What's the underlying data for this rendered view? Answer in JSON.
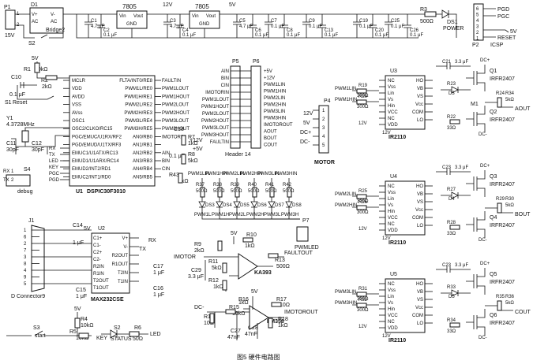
{
  "caption": "图5   硬件电路图",
  "power_supply": {
    "connector": "P1",
    "input_voltage": "15V",
    "bridge": {
      "ref": "D1",
      "name": "Bridge2",
      "pins": [
        "V+",
        "AC",
        "AC",
        "V-"
      ]
    },
    "switch": "S2",
    "regulators": [
      {
        "ref": "7805",
        "pins": [
          "Vin",
          "Vout",
          "GND"
        ]
      },
      {
        "ref": "7805",
        "pins": [
          "Vin",
          "Vout",
          "GND"
        ]
      }
    ],
    "rail_12v": "12V",
    "rail_5v": "5V",
    "capacitors": [
      {
        "ref": "C1",
        "value": "4.7 μF"
      },
      {
        "ref": "C2",
        "value": "0.1 μF"
      },
      {
        "ref": "C3",
        "value": "4.7 μF"
      },
      {
        "ref": "C4",
        "value": "0.1 μF"
      },
      {
        "ref": "C5",
        "value": "4.7 μF"
      },
      {
        "ref": "C6",
        "value": "0.1 μF"
      },
      {
        "ref": "C7",
        "value": "0.1 μF"
      },
      {
        "ref": "C8",
        "value": "0.1 μF"
      },
      {
        "ref": "C9",
        "value": "0.1 μF"
      },
      {
        "ref": "C13",
        "value": "0.1 μF"
      },
      {
        "ref": "C19",
        "value": "0.1 μF"
      },
      {
        "ref": "C20",
        "value": "0.1 μF"
      },
      {
        "ref": "C25",
        "value": "0.1 μF"
      },
      {
        "ref": "C26",
        "value": "0.1 μF"
      }
    ],
    "power_led": {
      "resistor": "R3",
      "resistor_value": "500Ω",
      "led": "DS1",
      "label": "POWER"
    }
  },
  "icsp": {
    "ref": "P2",
    "name": "ICSP",
    "pins": [
      "6",
      "5",
      "4",
      "3",
      "2",
      "1"
    ],
    "signals": [
      "PGD",
      "PGC",
      "",
      "5V",
      "RESET"
    ]
  },
  "mcu": {
    "ref": "U1",
    "part": "DSPIC30F3010",
    "left_pins": [
      "MCLR",
      "VDD",
      "AVDD",
      "VSS",
      "AVss",
      "OSC1",
      "OSC2/CLKO/RC15",
      "PGC/EMUC/U1RX/RF2",
      "PGD/EMUD/U1TX/RF3",
      "EMUC1/U1ATX/RC13",
      "EMUD1/U1ARX/RC14",
      "EMUD2/INT2/RD1",
      "EMUC2/INT1/RD0"
    ],
    "right_pins": [
      "FLTA/INT0/RE8",
      "PWM1L/RE0",
      "PWM1H/RE1",
      "PWM2L/RE2",
      "PWM2H/RE3",
      "PWM3L/RE4",
      "PWM3H/RE5",
      "AN0/RB0",
      "AN1/RB1",
      "AN2/RB2",
      "AN3/RB3",
      "AN4/RB4",
      "AN5/RB5"
    ],
    "right_nets": [
      "FAULTIN",
      "PWM1LOUT",
      "PWM1HOUT",
      "PWM2LOUT",
      "PWM2HOUT",
      "PWM3LOUT",
      "PWM3HOUT",
      "IMOTORIN",
      "",
      "AIN",
      "BIN",
      "CIN",
      ""
    ]
  },
  "reset_circuit": {
    "resistor": "R1",
    "resistor_value": "10kΩ",
    "resistor2": "R2",
    "resistor2_value": "2kΩ",
    "cap": "C10",
    "cap_value": "0.1 μF",
    "switch": "S1",
    "switch_label": "Reset",
    "supply": "5V"
  },
  "crystal": {
    "ref": "Y1",
    "freq": "4.3728MHz",
    "caps": [
      {
        "ref": "C11",
        "value": "30pF"
      },
      {
        "ref": "C12",
        "value": "30pF"
      }
    ]
  },
  "debug": {
    "header": "S4",
    "label": "debug",
    "pins": [
      "RX",
      "TX",
      "LED",
      "KEY",
      "PGC",
      "PGD"
    ],
    "header_pins": [
      "RX",
      "1",
      "TX",
      "2"
    ]
  },
  "header_p5": {
    "ref": "P5",
    "pins": [
      "AIN",
      "BIN",
      "CIN",
      "IMOTORIN",
      "PWM1LOUT",
      "PWM1HOUT",
      "PWM2LOUT",
      "PWM2HOUT",
      "PWM3LOUT",
      "PWM3HOUT",
      "FAULTIN"
    ],
    "supplies": [
      "+12V",
      "+5V"
    ],
    "caption": "Header 14"
  },
  "header_p6": {
    "ref": "P6",
    "pins": [
      "+5V",
      "+12V",
      "PWM1LIN",
      "PWM1HIN",
      "PWM2LIN",
      "PWM2HIN",
      "PWM3LIN",
      "PWM3HIN",
      "IMOTOROUT",
      "AOUT",
      "BOUT",
      "COUT"
    ]
  },
  "motor_connector": {
    "ref": "P4",
    "pins": [
      "1",
      "2",
      "3",
      "4",
      "5"
    ],
    "nets": [
      "12V",
      "5V",
      "DC+",
      "DC-"
    ],
    "label": "MOTOR"
  },
  "sense_caps": {
    "resistors": [
      {
        "ref": "R7",
        "value": "1kΩ"
      },
      {
        "ref": "R8",
        "value": "5kΩ"
      },
      {
        "ref": "R43",
        "value": "2kΩ"
      }
    ],
    "cap": {
      "ref": "C18",
      "value": "0.1 μF"
    }
  },
  "pwm_leds": {
    "signals": [
      "PWM1LIN",
      "PWM1HIN",
      "PWM2LIN",
      "PWM2HIN",
      "PWM3LIN",
      "PWM3HIN"
    ],
    "resistors": [
      {
        "ref": "R37",
        "value": "500Ω"
      },
      {
        "ref": "R38",
        "value": "500Ω"
      },
      {
        "ref": "R39",
        "value": "500Ω"
      },
      {
        "ref": "R40",
        "value": "500Ω"
      },
      {
        "ref": "R41",
        "value": "500Ω"
      },
      {
        "ref": "R42",
        "value": "500Ω"
      }
    ],
    "leds": [
      {
        "ref": "DS3",
        "label": "PWM1L"
      },
      {
        "ref": "DS4",
        "label": "PWM1H"
      },
      {
        "ref": "DS5",
        "label": "PWM2L"
      },
      {
        "ref": "DS6",
        "label": "PWM2H"
      },
      {
        "ref": "DS7",
        "label": "PWM3L"
      },
      {
        "ref": "DS8",
        "label": "PWM3H"
      }
    ],
    "connector": {
      "ref": "P7",
      "label": "PWMLED",
      "pins": [
        "1",
        "2"
      ]
    }
  },
  "gate_drivers": [
    {
      "ref": "U3",
      "part": "IR2110",
      "inputs": [
        {
          "net": "PWM1LIN",
          "r": "R19",
          "rv": "300Ω"
        },
        {
          "net": "PWM1HIN",
          "r": "R20",
          "rv": "300Ω"
        }
      ],
      "left_pins": [
        "NC",
        "Vss",
        "Lin",
        "Vs",
        "Hin",
        "VCC",
        "NC",
        "VDD"
      ],
      "right_pins": [
        "HO",
        "VB",
        "VS",
        "Vcc",
        "COM",
        "LO"
      ],
      "bootstrap": {
        "cap": "C21",
        "cap_value": "3.3 μF",
        "diode": "D3",
        "r1": "R23",
        "r2": "R22",
        "r2v": "33Ω"
      },
      "fets": [
        "Q1",
        "Q2"
      ],
      "fet_part": "IRFR2407",
      "output": {
        "r1": "R24",
        "r2": "R34",
        "r_value": "5kΩ",
        "net": "AOUT",
        "motor": "M1"
      },
      "supply": "12V",
      "bus_pos": "DC+",
      "bus_neg": "DC-"
    },
    {
      "ref": "U4",
      "part": "IR2110",
      "inputs": [
        {
          "net": "PWM2LIN",
          "r": "R25",
          "rv": "300Ω"
        },
        {
          "net": "PWM2HIN",
          "r": "R26",
          "rv": "300Ω"
        }
      ],
      "left_pins": [
        "NC",
        "Vss",
        "Lin",
        "Vs",
        "Hin",
        "VCC",
        "NC",
        "VDD"
      ],
      "right_pins": [
        "HO",
        "VB",
        "VS",
        "Vcc",
        "COM",
        "LO"
      ],
      "bootstrap": {
        "cap": "C23",
        "cap_value": "3.3 μF",
        "diode": "D4",
        "r1": "R27",
        "r2": "R28",
        "r2v": "33Ω"
      },
      "fets": [
        "Q3",
        "Q4"
      ],
      "fet_part": "IRFR2407",
      "output": {
        "r1": "R29",
        "r2": "R30",
        "r_value": "5kΩ",
        "net": "BOUT",
        "motor": ""
      },
      "supply": "12V",
      "bus_pos": "DC+",
      "bus_neg": "DC-"
    },
    {
      "ref": "U5",
      "part": "IR2110",
      "inputs": [
        {
          "net": "PWM3LIN",
          "r": "R31",
          "rv": "300Ω"
        },
        {
          "net": "PWM3HIN",
          "r": "R32",
          "rv": "300Ω"
        }
      ],
      "left_pins": [
        "NC",
        "Vss",
        "Lin",
        "Vs",
        "Hin",
        "VCC",
        "NC",
        "VDD"
      ],
      "right_pins": [
        "HO",
        "VB",
        "VS",
        "Vcc",
        "COM",
        "LO"
      ],
      "bootstrap": {
        "cap": "C23",
        "cap_value": "3.3 μF",
        "diode": "D5",
        "r1": "R33",
        "r2": "R34",
        "r2v": "33Ω"
      },
      "fets": [
        "Q5",
        "Q6"
      ],
      "fet_part": "IRFR2407",
      "output": {
        "r1": "R35",
        "r2": "R36",
        "r_value": "5kΩ",
        "net": "COUT",
        "motor": ""
      },
      "supply": "12V",
      "bus_pos": "DC+",
      "bus_neg": "DC-"
    }
  ],
  "rs232": {
    "connector": {
      "ref": "J1",
      "label": "D Connector9",
      "pins": [
        "1",
        "6",
        "2",
        "7",
        "3",
        "8",
        "4",
        "9",
        "5"
      ]
    },
    "chip": {
      "ref": "U2",
      "part": "MAX232CSE",
      "left_pins": [
        "C1+",
        "C1-",
        "C2+",
        "C2-",
        "R2IN",
        "R1IN",
        "T2OUT",
        "T1OUT"
      ],
      "right_pins": [
        "V+",
        "V-",
        "R2OUT",
        "R1OUT",
        "T2IN",
        "T1IN"
      ]
    },
    "nets": [
      "RX",
      "TX",
      "5V"
    ],
    "caps": [
      {
        "ref": "C14",
        "value": "1 μF"
      },
      {
        "ref": "C15",
        "value": "1 μF"
      },
      {
        "ref": "C16",
        "value": "1 μF"
      },
      {
        "ref": "C17",
        "value": "1 μF"
      }
    ]
  },
  "fault_comparator": {
    "ref": "U3A",
    "part": "KA393",
    "input_net": "IMOTOR",
    "output_net": "FAULTOUT",
    "resistors": [
      {
        "ref": "R9",
        "value": "2kΩ"
      },
      {
        "ref": "R10",
        "value": "1kΩ"
      },
      {
        "ref": "R11",
        "value": "5kΩ"
      },
      {
        "ref": "R12",
        "value": "1kΩ"
      },
      {
        "ref": "R13",
        "value": "500Ω"
      }
    ],
    "cap": {
      "ref": "C29",
      "value": "3.3 μF"
    },
    "supply": "5V"
  },
  "current_amp": {
    "ref": "U4A",
    "part": "LM358",
    "output_net": "IMOTOROUT",
    "input_net": "DC-",
    "resistors": [
      {
        "ref": "R14",
        "value": "10Ω"
      },
      {
        "ref": "R15",
        "value": "10kΩ"
      },
      {
        "ref": "R16",
        "value": "1kΩ"
      },
      {
        "ref": "R17",
        "value": "10Ω"
      },
      {
        "ref": "R18",
        "value": "1kΩ"
      }
    ],
    "caps": [
      {
        "ref": "C27",
        "value": "47nF"
      },
      {
        "ref": "C28",
        "value": "47nF"
      }
    ],
    "supply": "5V"
  },
  "user_io": {
    "start": {
      "switch": "S3",
      "label": "start",
      "resistor": "R4",
      "resistor_value": "10kΩ",
      "supply": "5V"
    },
    "key": {
      "resistor": "R5",
      "resistor_value": "10kΩ",
      "net": "KEY"
    },
    "status": {
      "led": "S2",
      "label": "STATUS",
      "resistor": "R6",
      "resistor_value": "50Ω",
      "net": "LED"
    }
  }
}
